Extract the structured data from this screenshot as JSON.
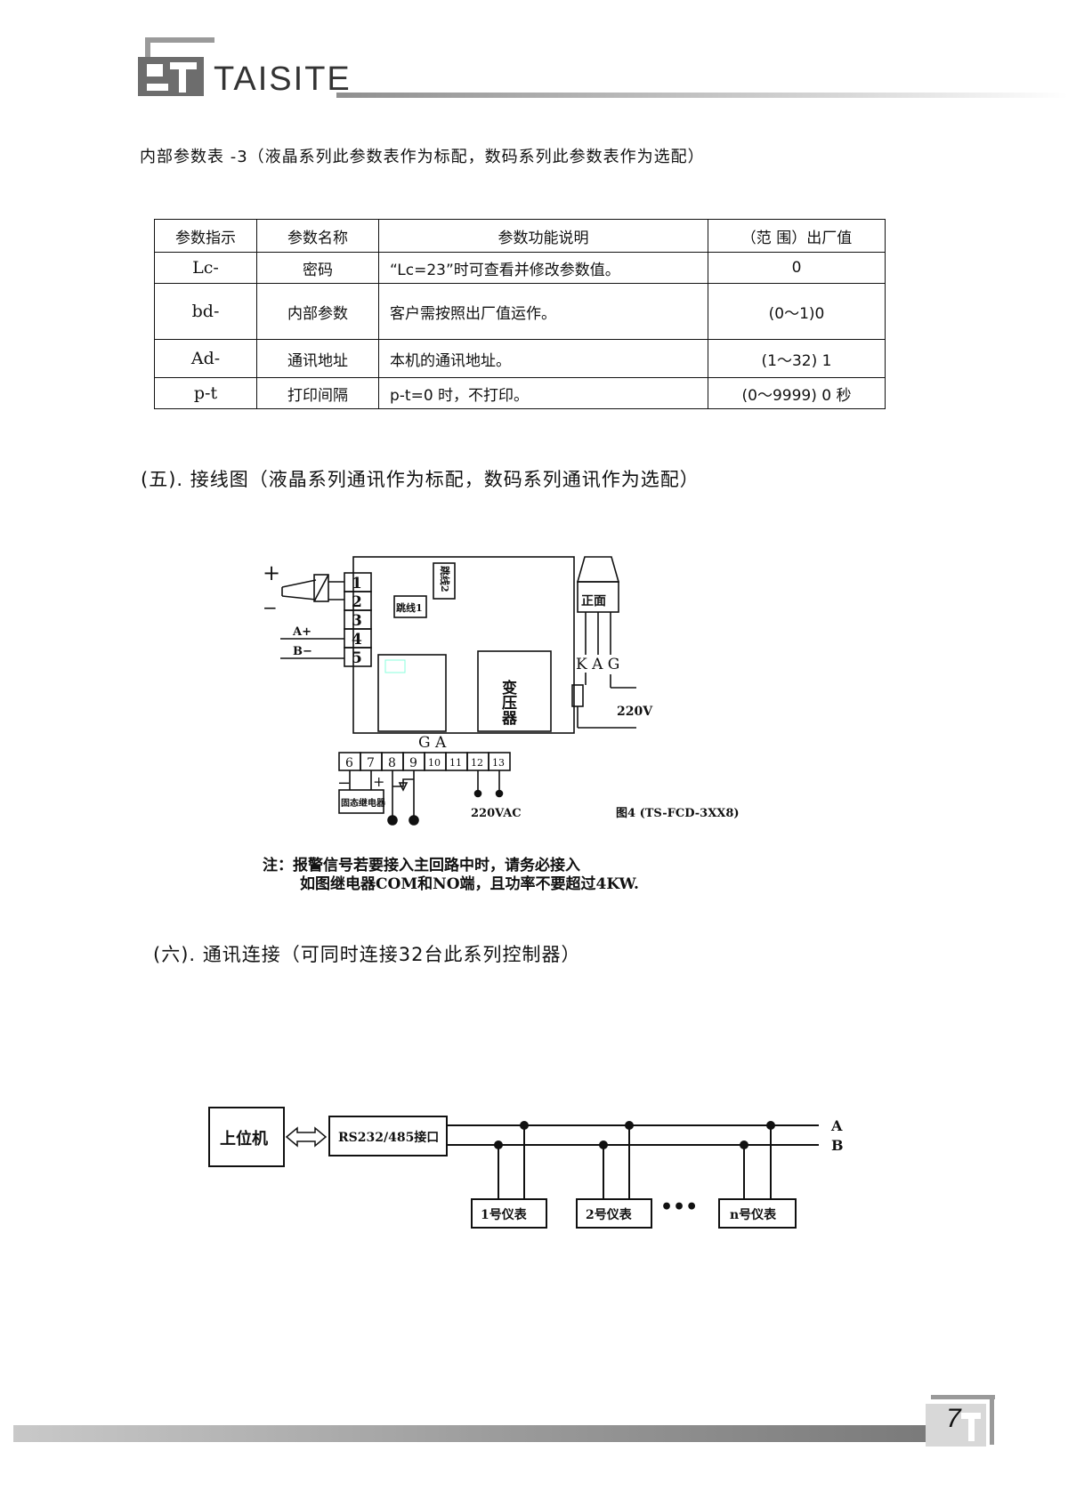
{
  "header": {
    "brand": "TAISITE"
  },
  "table": {
    "title": "内部参数表 -3（液晶系列此参数表作为标配，数码系列此参数表作为选配）",
    "headers": [
      "参数指示",
      "参数名称",
      "参数功能说明",
      "（范 围）出厂值"
    ],
    "rows": [
      {
        "code": "Lc-",
        "name": "密码",
        "desc": "“Lc=23”时可查看并修改参数值。",
        "value": "0"
      },
      {
        "code": "bd-",
        "name": "内部参数",
        "desc": "客户需按照出厂值运作。",
        "value": "(0～1)0"
      },
      {
        "code": "Ad-",
        "name": "通讯地址",
        "desc": "本机的通讯地址。",
        "value": "(1～32) 1"
      },
      {
        "code": "p-t",
        "name": "打印间隔",
        "desc": "p-t=0 时，不打印。",
        "value": "(0～9999) 0 秒"
      }
    ]
  },
  "section5": {
    "heading": "(五). 接线图（液晶系列通讯作为标配，数码系列通讯作为选配）"
  },
  "wiring": {
    "plus": "+",
    "minus": "−",
    "left_terminals": [
      "1",
      "2",
      "3",
      "4",
      "5"
    ],
    "a_plus": "A+",
    "b_minus": "B−",
    "jumper1": "跳线1",
    "jumper2": "跳线2",
    "transformer": "变压器",
    "front": "正面",
    "kag": "K A G",
    "v220": "220V",
    "ga": "G A",
    "bottom_terminals": [
      "6",
      "7",
      "8",
      "9",
      "10",
      "11",
      "12",
      "13"
    ],
    "bottom_minus": "−",
    "bottom_plus": "+",
    "ssr": "固态继电器",
    "vac": "220VAC",
    "figure_caption": "图4 (TS-FCD-3XX8)"
  },
  "note": {
    "line1": "注：报警信号若要接入主回路中时，请务必接入",
    "line2": "如图继电器COM和NO端，且功率不要超过4KW."
  },
  "section6": {
    "heading": "(六). 通讯连接（可同时连接32台此系列控制器）"
  },
  "comm": {
    "host": "上位机",
    "interface": "RS232/485接口",
    "line_a": "A",
    "line_b": "B",
    "meters": [
      "1号仪表",
      "2号仪表",
      "n号仪表"
    ],
    "ellipsis": "•••"
  },
  "footer": {
    "page_number": "7"
  }
}
